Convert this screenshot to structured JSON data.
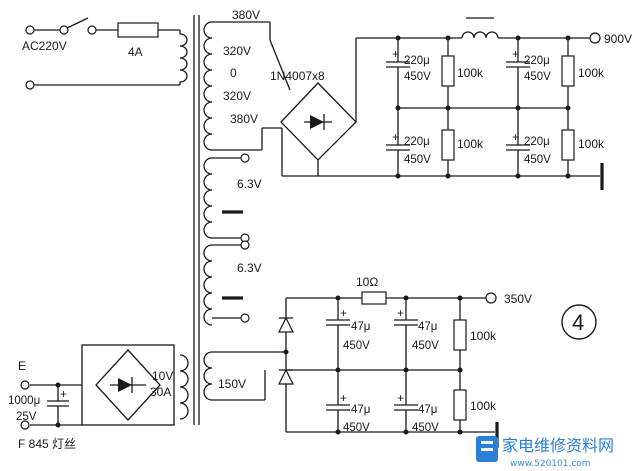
{
  "mains": {
    "ac_label": "AC220V",
    "fuse_label": "4A"
  },
  "transformer": {
    "taps_hv": [
      "380V",
      "320V",
      "0",
      "320V",
      "380V"
    ],
    "heater_winding_1": "6.3V",
    "heater_winding_2": "6.3V",
    "winding_150": "150V",
    "winding_10": "10V",
    "winding_10_current": "30A"
  },
  "hv_supply": {
    "rectifier_label": "1N4007x8",
    "output_label": "900V",
    "capacitors": [
      {
        "value": "220μ",
        "voltage": "450V"
      },
      {
        "value": "220μ",
        "voltage": "450V"
      },
      {
        "value": "220μ",
        "voltage": "450V"
      },
      {
        "value": "220μ",
        "voltage": "450V"
      }
    ],
    "resistors": [
      "100k",
      "100k",
      "100k",
      "100k"
    ]
  },
  "mv_supply": {
    "series_resistor": "10Ω",
    "output_label": "350V",
    "capacitors": [
      {
        "value": "47μ",
        "voltage": "450V"
      },
      {
        "value": "47μ",
        "voltage": "450V"
      },
      {
        "value": "47μ",
        "voltage": "450V"
      },
      {
        "value": "47μ",
        "voltage": "450V"
      }
    ],
    "resistors": [
      "100k",
      "100k"
    ]
  },
  "filament_supply": {
    "terminal_e": "E",
    "cap_value": "1000μ",
    "cap_voltage": "25V",
    "filament_label": "F 845 灯丝"
  },
  "figure_number": "4",
  "watermark": {
    "name": "家电维修资料网",
    "url": "www.520101.com"
  }
}
